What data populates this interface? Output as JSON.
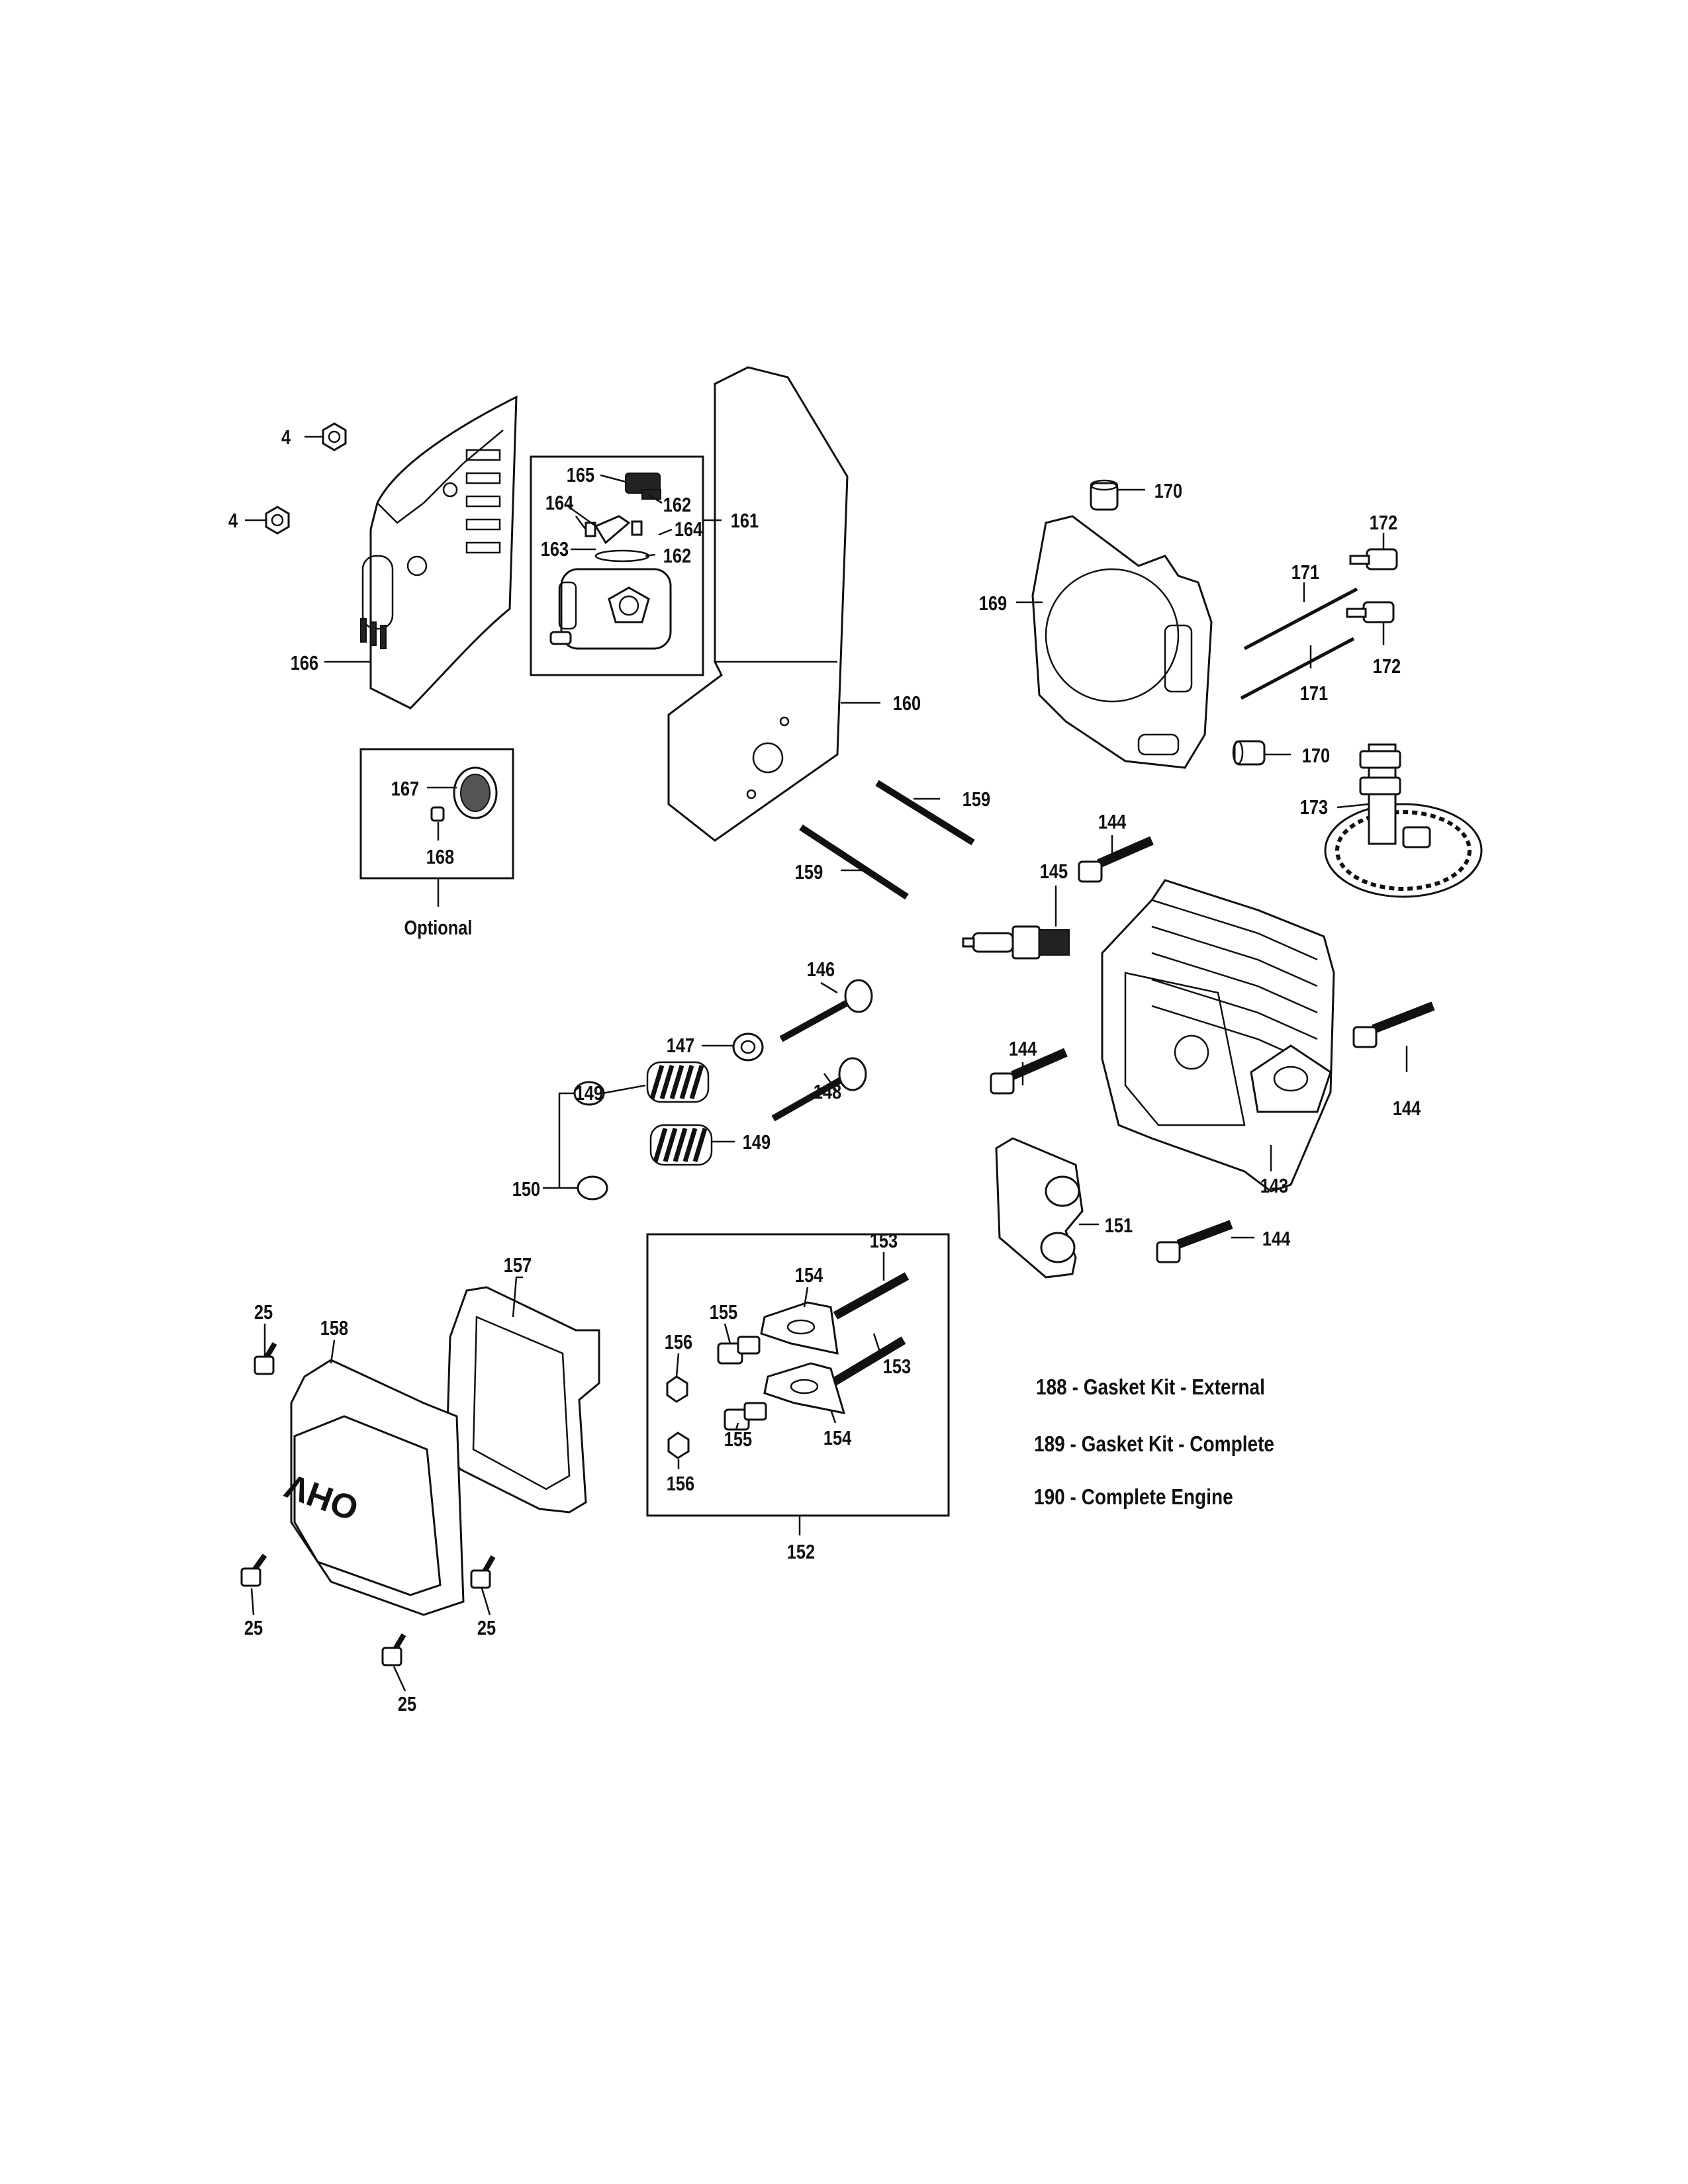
{
  "labels": {
    "p4a": "4",
    "p4b": "4",
    "p166": "166",
    "p165": "165",
    "p164a": "164",
    "p162a": "162",
    "p161": "161",
    "p163": "163",
    "p164b": "164",
    "p162b": "162",
    "p170a": "170",
    "p172a": "172",
    "p171a": "171",
    "p169": "169",
    "p172b": "172",
    "p171b": "171",
    "p160": "160",
    "p170b": "170",
    "p167": "167",
    "p168": "168",
    "optional": "Optional",
    "p173": "173",
    "p159a": "159",
    "p144a": "144",
    "p159b": "159",
    "p145": "145",
    "p146": "146",
    "p147": "147",
    "p148": "148",
    "p149a": "149",
    "p149b": "149",
    "p144b": "144",
    "p144c": "144",
    "p150": "150",
    "p143": "143",
    "p151": "151",
    "p144d": "144",
    "p153a": "153",
    "p154a": "154",
    "p157": "157",
    "p25a": "25",
    "p158": "158",
    "p155a": "155",
    "p156a": "156",
    "p153b": "153",
    "p155b": "155",
    "p154b": "154",
    "p156b": "156",
    "p152": "152",
    "p25b": "25",
    "p25c": "25",
    "p25d": "25"
  },
  "notes": [
    "188 - Gasket Kit - External",
    "189 - Gasket Kit - Complete",
    "190 - Complete Engine"
  ],
  "cover_marking": "OHV"
}
